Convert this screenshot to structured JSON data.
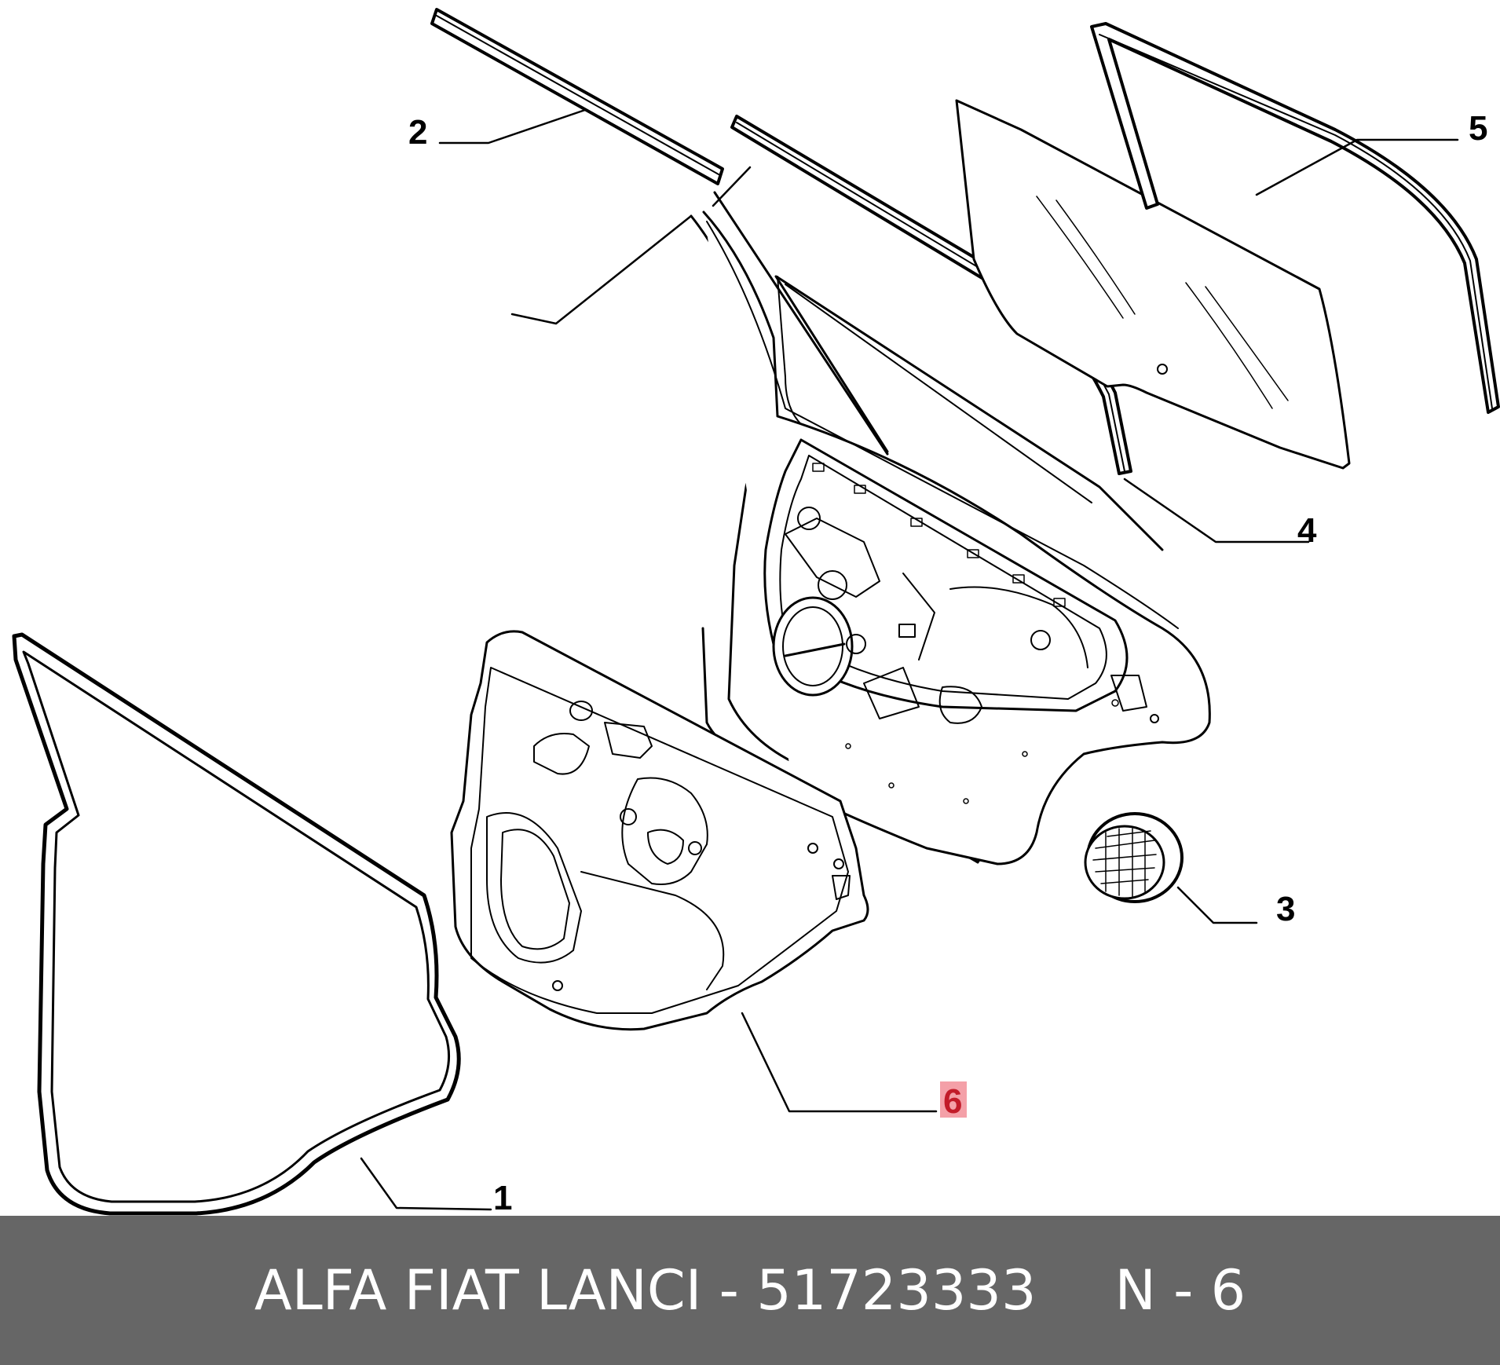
{
  "callouts": {
    "c1": "1",
    "c2": "2",
    "c3": "3",
    "c4": "4",
    "c5": "5",
    "c6": "6"
  },
  "highlight_color": "#f4a0a8",
  "footer": {
    "title": "ALFA FIAT LANCI - 51723333",
    "ref": "N - 6",
    "background": "#666666"
  }
}
